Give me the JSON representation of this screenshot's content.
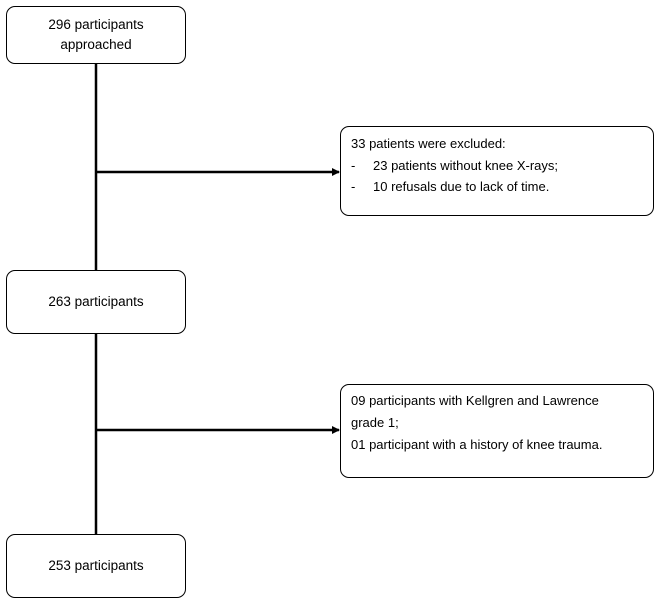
{
  "boxes": {
    "approached": {
      "line1": "296 participants",
      "line2": "approached"
    },
    "after_first": {
      "label": "263 participants"
    },
    "final": {
      "label": "253 participants"
    }
  },
  "exclusions_1": {
    "title": "33 patients were excluded:",
    "items": [
      {
        "bullet": "-",
        "text": "23 patients without  knee X-rays;"
      },
      {
        "bullet": "-",
        "text": "10 refusals due to lack of time."
      }
    ]
  },
  "exclusions_2": {
    "lines": [
      "09 participants with Kellgren and Lawrence",
      "grade 1;",
      "01 participant with a history of knee trauma."
    ]
  }
}
